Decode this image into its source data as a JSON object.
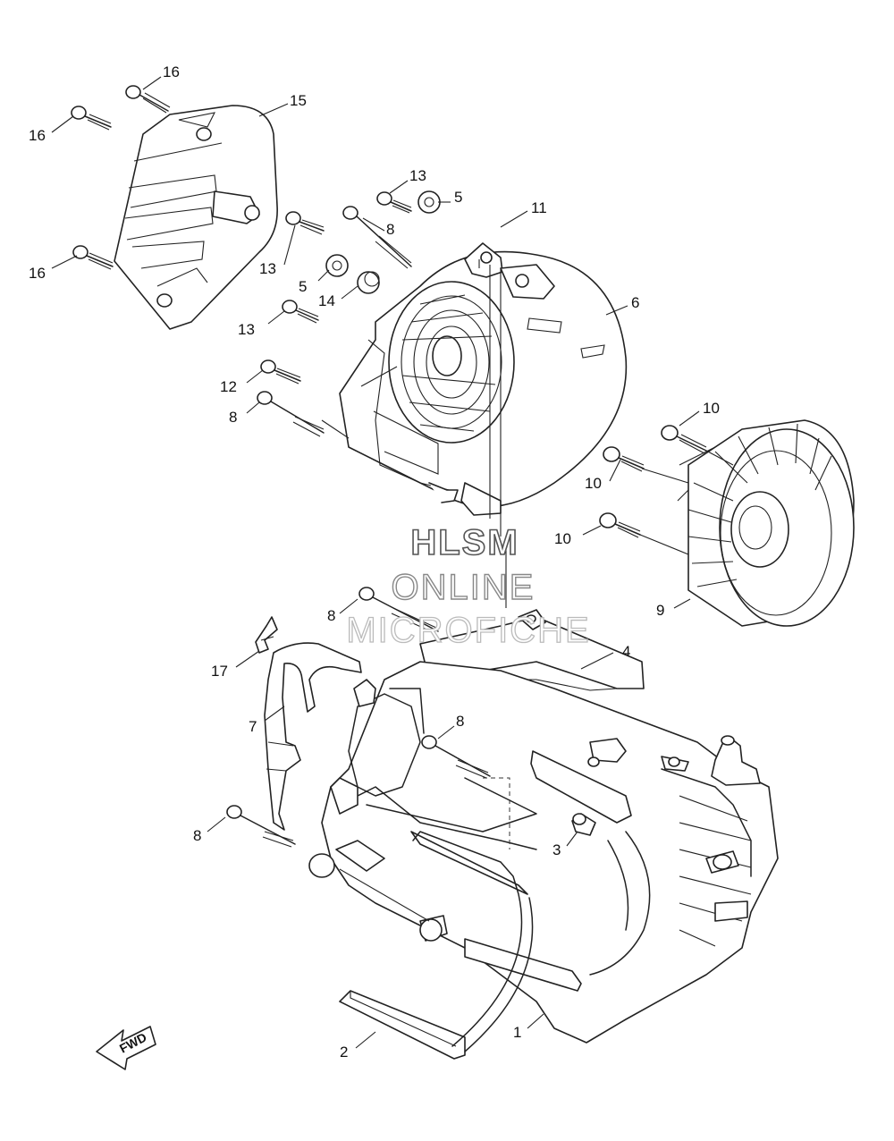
{
  "watermark": {
    "line1": "HLSM",
    "line2": "ONLINE",
    "line3": "MICROFICHE"
  },
  "direction_arrow": {
    "label": "FWD"
  },
  "callouts": [
    "16",
    "16",
    "16",
    "15",
    "13",
    "5",
    "11",
    "8",
    "13",
    "5",
    "14",
    "6",
    "13",
    "12",
    "8",
    "10",
    "10",
    "10",
    "9",
    "8",
    "17",
    "4",
    "7",
    "8",
    "8",
    "3",
    "2",
    "1"
  ]
}
